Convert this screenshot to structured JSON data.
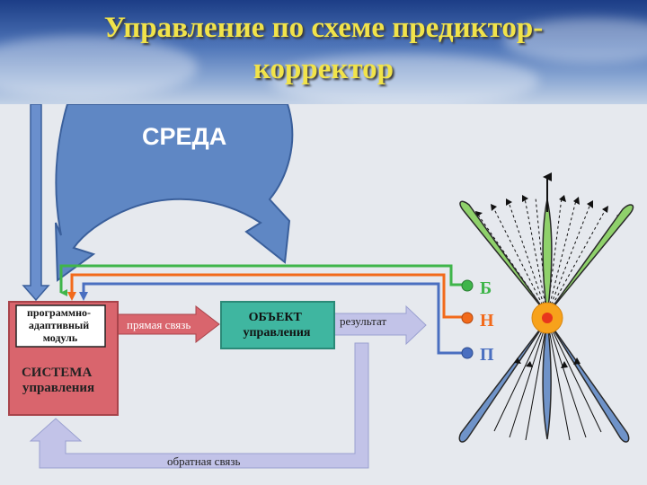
{
  "title": {
    "line1": "Управление по схеме предиктор-",
    "line2": "корректор"
  },
  "diagram": {
    "environment": "СРЕДА",
    "module_label": [
      "программно-",
      "адаптивный",
      "модуль"
    ],
    "system_label": [
      "СИСТЕМА",
      "управления"
    ],
    "object_label": [
      "ОБЪЕКТ",
      "управления"
    ],
    "direct_link": "прямая связь",
    "result": "результат",
    "feedback": "обратная связь",
    "channels": [
      {
        "letter": "Б",
        "color": "#3fb54a"
      },
      {
        "letter": "Н",
        "color": "#f26a1b"
      },
      {
        "letter": "П",
        "color": "#4a6fc0"
      }
    ]
  },
  "colors": {
    "title": "#f1e34a",
    "environment_arrow": "#5f87c4",
    "system_box": "#d9656d",
    "object_box": "#3fb6a0",
    "feedback_arrow": "#c2c3e8"
  }
}
